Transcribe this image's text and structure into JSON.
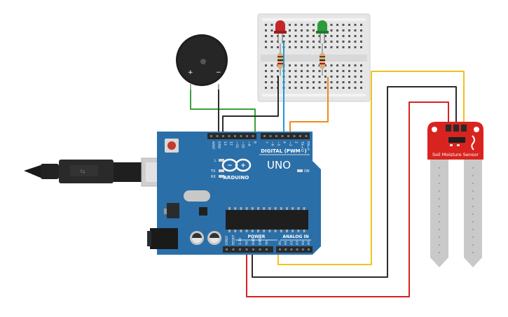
{
  "colors": {
    "board": "#2b6fa8",
    "board_dark": "#1f5585",
    "header": "#2a2a2a",
    "sensor": "#d9231f",
    "sensor_prong": "#c9c9c9",
    "breadboard": "#e8e8e8",
    "wire_green": "#3aa13a",
    "wire_blue": "#1c9ad6",
    "wire_orange": "#ee8a1c",
    "wire_black": "#2b2b2b",
    "wire_yellow": "#f1c21b",
    "wire_red": "#d62222",
    "led_red": "#c3272b",
    "led_green": "#2e9a3b",
    "buzzer": "#222222",
    "usb_cable": "#2a2a2a"
  },
  "arduino": {
    "brand": "ARDUINO",
    "model": "UNO",
    "digital_label": "DIGITAL (PWM~)",
    "power_label": "POWER",
    "analog_label": "ANALOG IN",
    "on_label": "ON",
    "tx_label": "TX",
    "rx_label": "RX",
    "l_label": "L",
    "top_pins": [
      "AREF",
      "GND",
      "13",
      "12",
      "~11",
      "~10",
      "~9",
      "8",
      "7",
      "~6",
      "~5",
      "4",
      "~3",
      "2",
      "TX→1",
      "RX←0"
    ],
    "power_pins": [
      "IOREF",
      "RESET",
      "3.3V",
      "5V",
      "GND",
      "GND",
      "Vin"
    ],
    "analog_pins": [
      "A0",
      "A1",
      "A2",
      "A3",
      "A4",
      "A5"
    ]
  },
  "buzzer": {
    "plus": "+",
    "minus": "−"
  },
  "sensor": {
    "label": "Soil Moisture Sensor"
  }
}
